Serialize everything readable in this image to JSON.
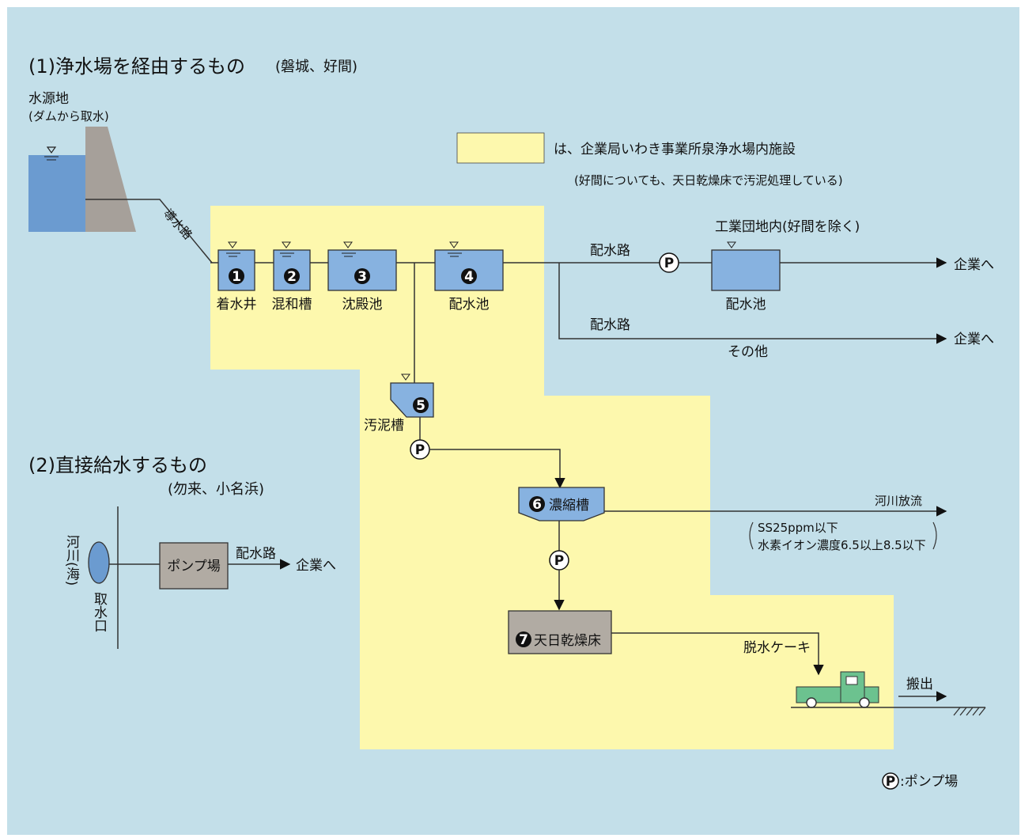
{
  "section1": {
    "title": "(1)浄水場を経由するもの",
    "places": "(磐城、好間)"
  },
  "water_source": {
    "label": "水源地",
    "sub": "(ダムから取水)"
  },
  "legend": {
    "text": "は、企業局いわき事業所泉浄水場内施設",
    "note": "(好間についても、天日乾燥床で汚泥処理している)"
  },
  "conduit": "導水路",
  "plant": {
    "tank1": {
      "num": "1",
      "label": "着水井"
    },
    "tank2": {
      "num": "2",
      "label": "混和槽"
    },
    "tank3": {
      "num": "3",
      "label": "沈殿池"
    },
    "tank4": {
      "num": "4",
      "label": "配水池"
    },
    "tank5": {
      "num": "5",
      "label": "汚泥槽"
    },
    "tank6": {
      "num": "6",
      "label": "濃縮槽"
    },
    "tank7": {
      "num": "7",
      "label": "天日乾燥床"
    }
  },
  "distribution": {
    "route_a": "配水路",
    "route_b": "配水路",
    "industrial_park": "工業団地内(好間を除く)",
    "reservoir": "配水池",
    "other": "その他",
    "to_company_1": "企業へ",
    "to_company_2": "企業へ"
  },
  "pump_symbol": "P",
  "discharge": {
    "label": "河川放流",
    "cond1": "SS25ppm以下",
    "cond2": "水素イオン濃度6.5以上8.5以下"
  },
  "cake": {
    "label": "脱水ケーキ",
    "carry_out": "搬出"
  },
  "section2": {
    "title": "(2)直接給水するもの",
    "places": "(勿来、小名浜)",
    "river": "河川(海)",
    "intake": "取水口",
    "pump_station": "ポンプ場",
    "route": "配水路",
    "to_company": "企業へ"
  },
  "footer": {
    "pump_legend": ":ポンプ場"
  },
  "colors": {
    "background": "#c3dfe9",
    "plant_area": "#fdf8ad",
    "water": "#6b9bd0",
    "tank_fill": "#87b2e0",
    "dam": "#a6a09a",
    "gray_box": "#b1aba3",
    "truck": "#6cc28f"
  }
}
